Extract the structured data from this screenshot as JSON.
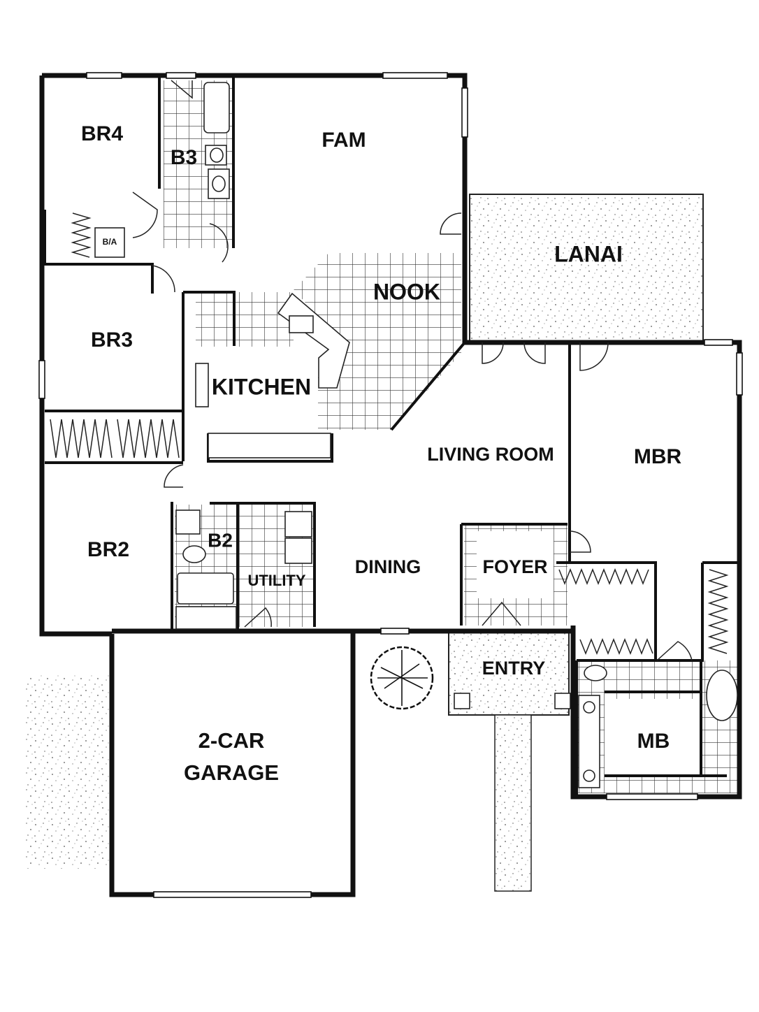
{
  "rooms": {
    "br4": "BR4",
    "b3": "B3",
    "fam": "FAM",
    "lanai": "LANAI",
    "nook": "NOOK",
    "ba_closet": "B/A",
    "br3": "BR3",
    "kitchen": "KITCHEN",
    "living_room": "LIVING ROOM",
    "mbr": "MBR",
    "br2": "BR2",
    "b2": "B2",
    "utility": "UTILITY",
    "dining": "DINING",
    "foyer": "FOYER",
    "entry": "ENTRY",
    "mb": "MB",
    "garage_line1": "2-CAR",
    "garage_line2": "GARAGE"
  },
  "colors": {
    "wall": "#111111",
    "background": "#ffffff",
    "tile": "#333333",
    "gravel": "#555555"
  }
}
